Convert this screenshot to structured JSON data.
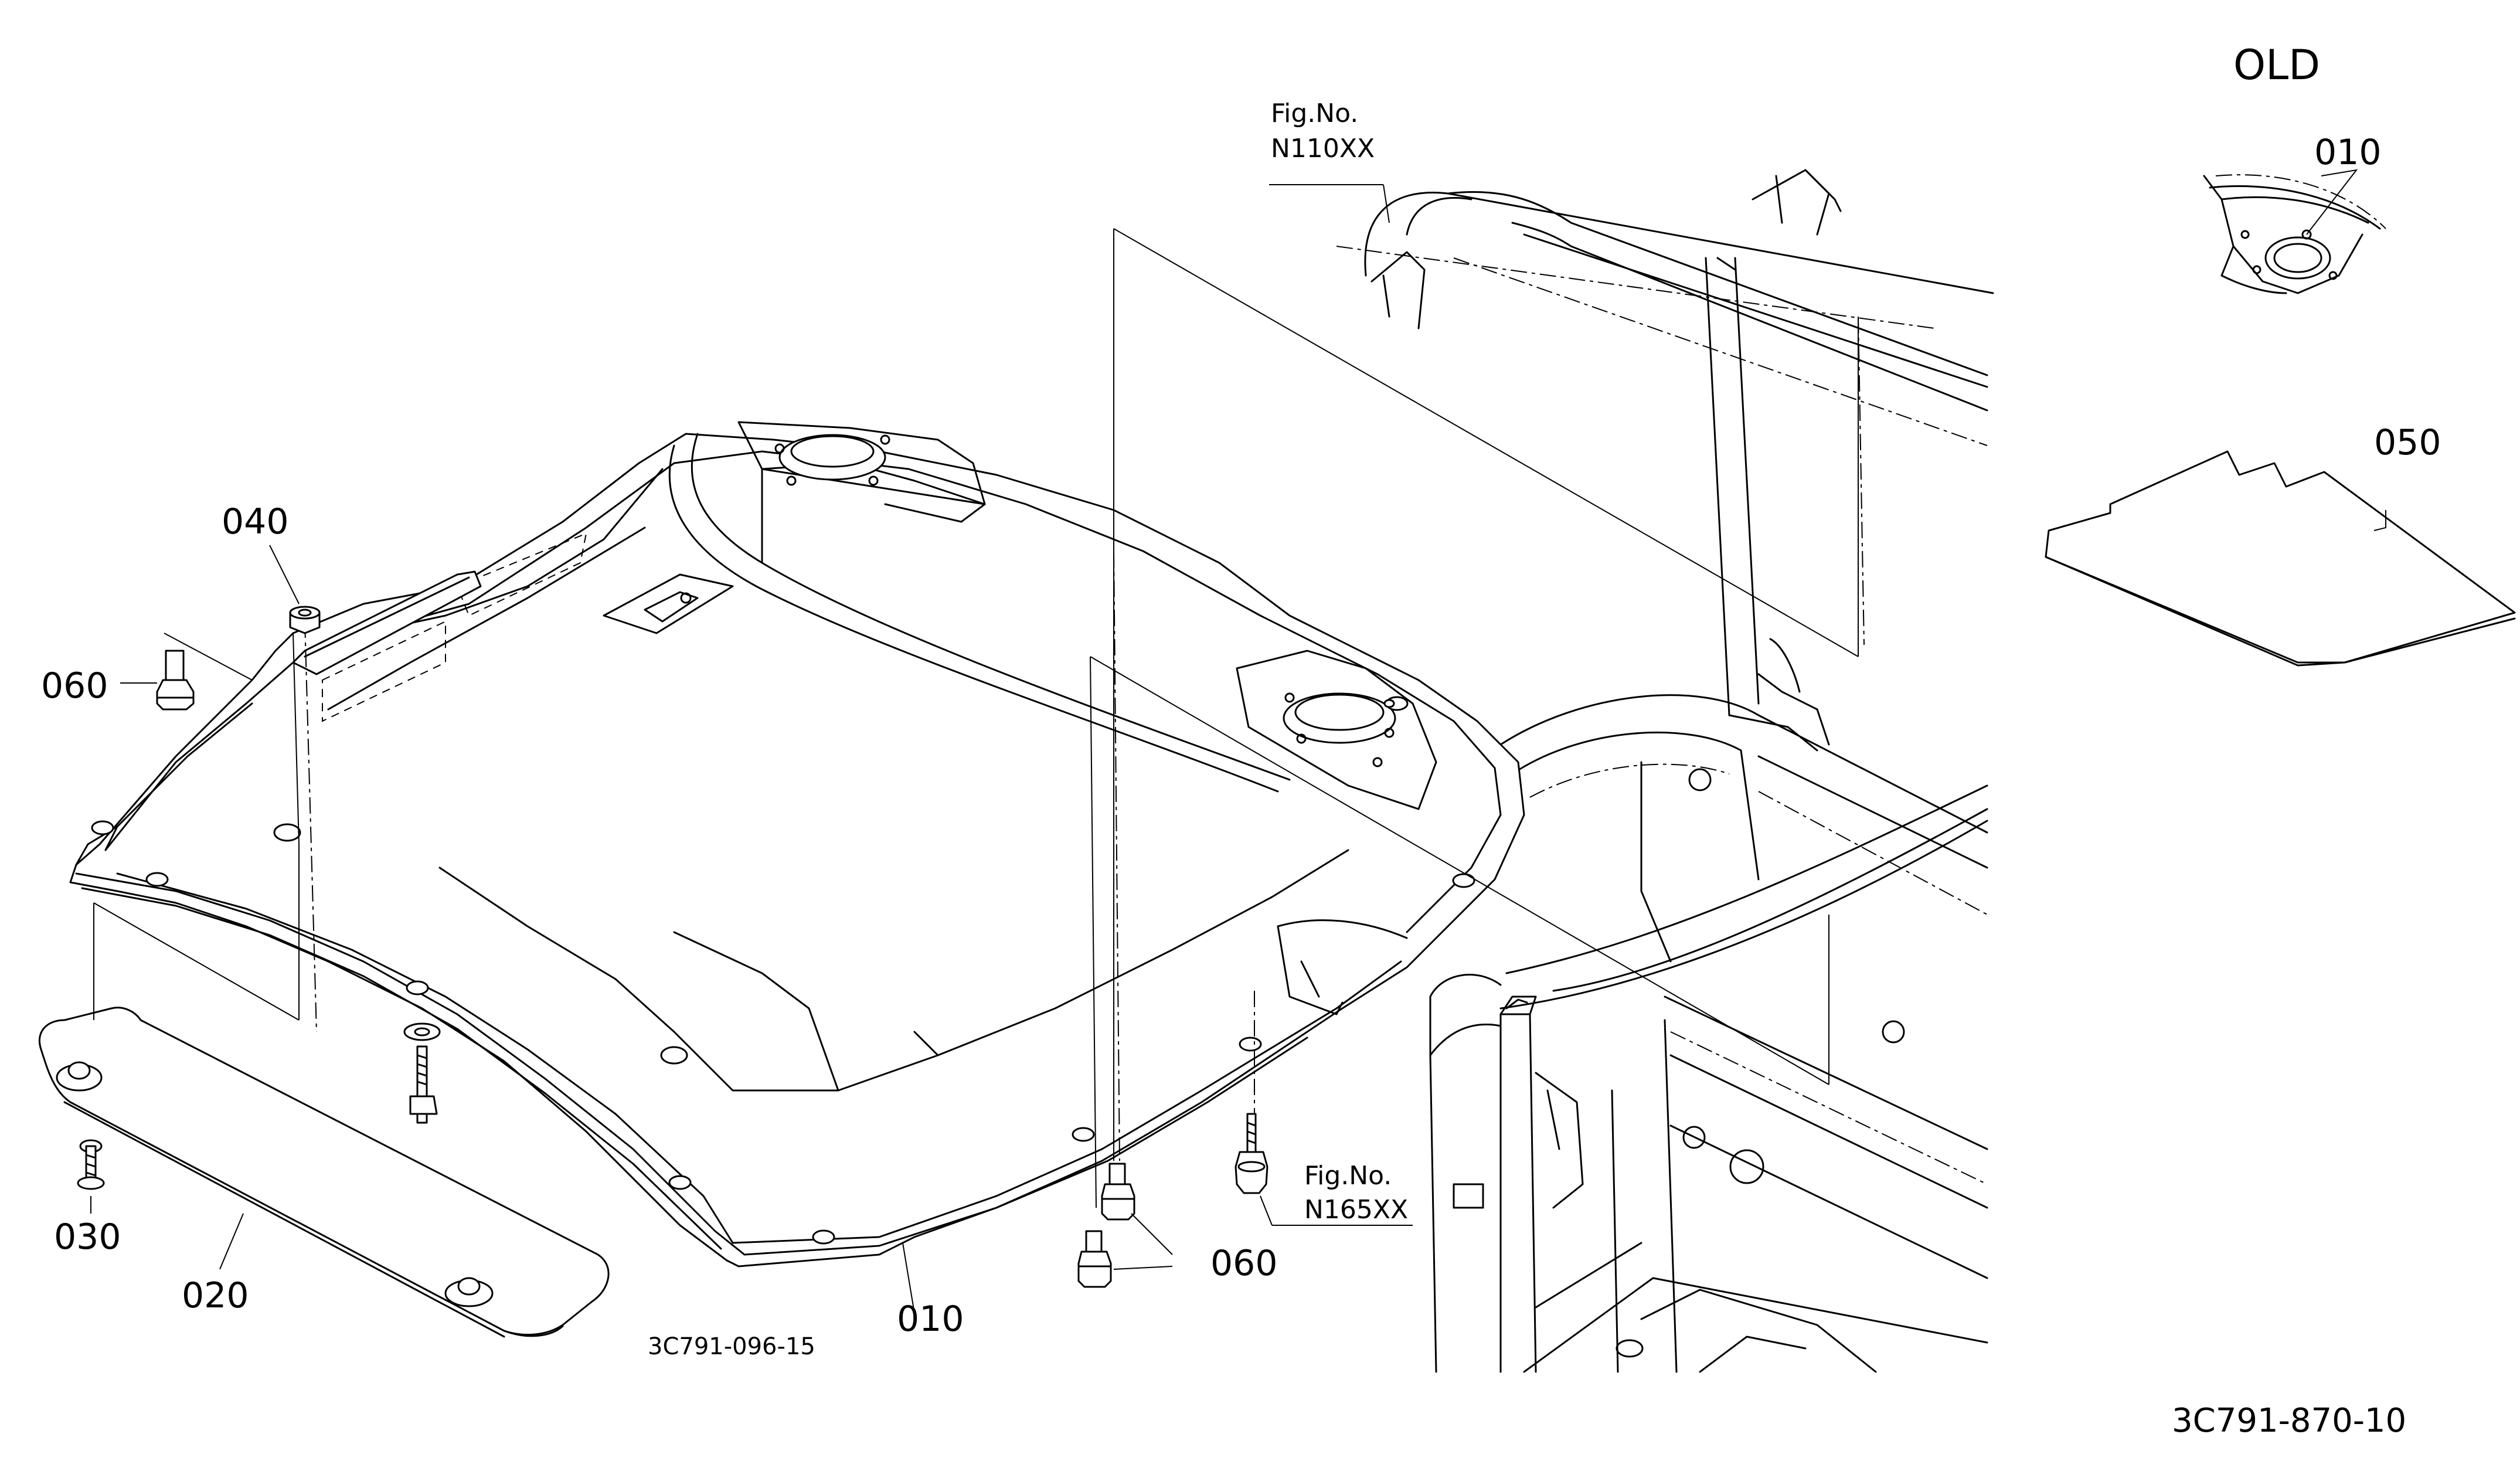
{
  "diagram": {
    "section_label": "OLD",
    "drawing_code": "3C791-870-10",
    "sub_drawing_code": "3C791-096-15",
    "figure_refs": [
      {
        "label": "Fig.No.",
        "number": "N110XX"
      },
      {
        "label": "Fig.No.",
        "number": "N165XX"
      }
    ],
    "part_numbers": {
      "roof_panel": "010",
      "old_roof_panel": "010",
      "sun_visor": "020",
      "visor_bolt": "030",
      "nut": "040",
      "insulation_sheet": "050",
      "grommet_left": "060",
      "grommet_right": "060"
    }
  }
}
